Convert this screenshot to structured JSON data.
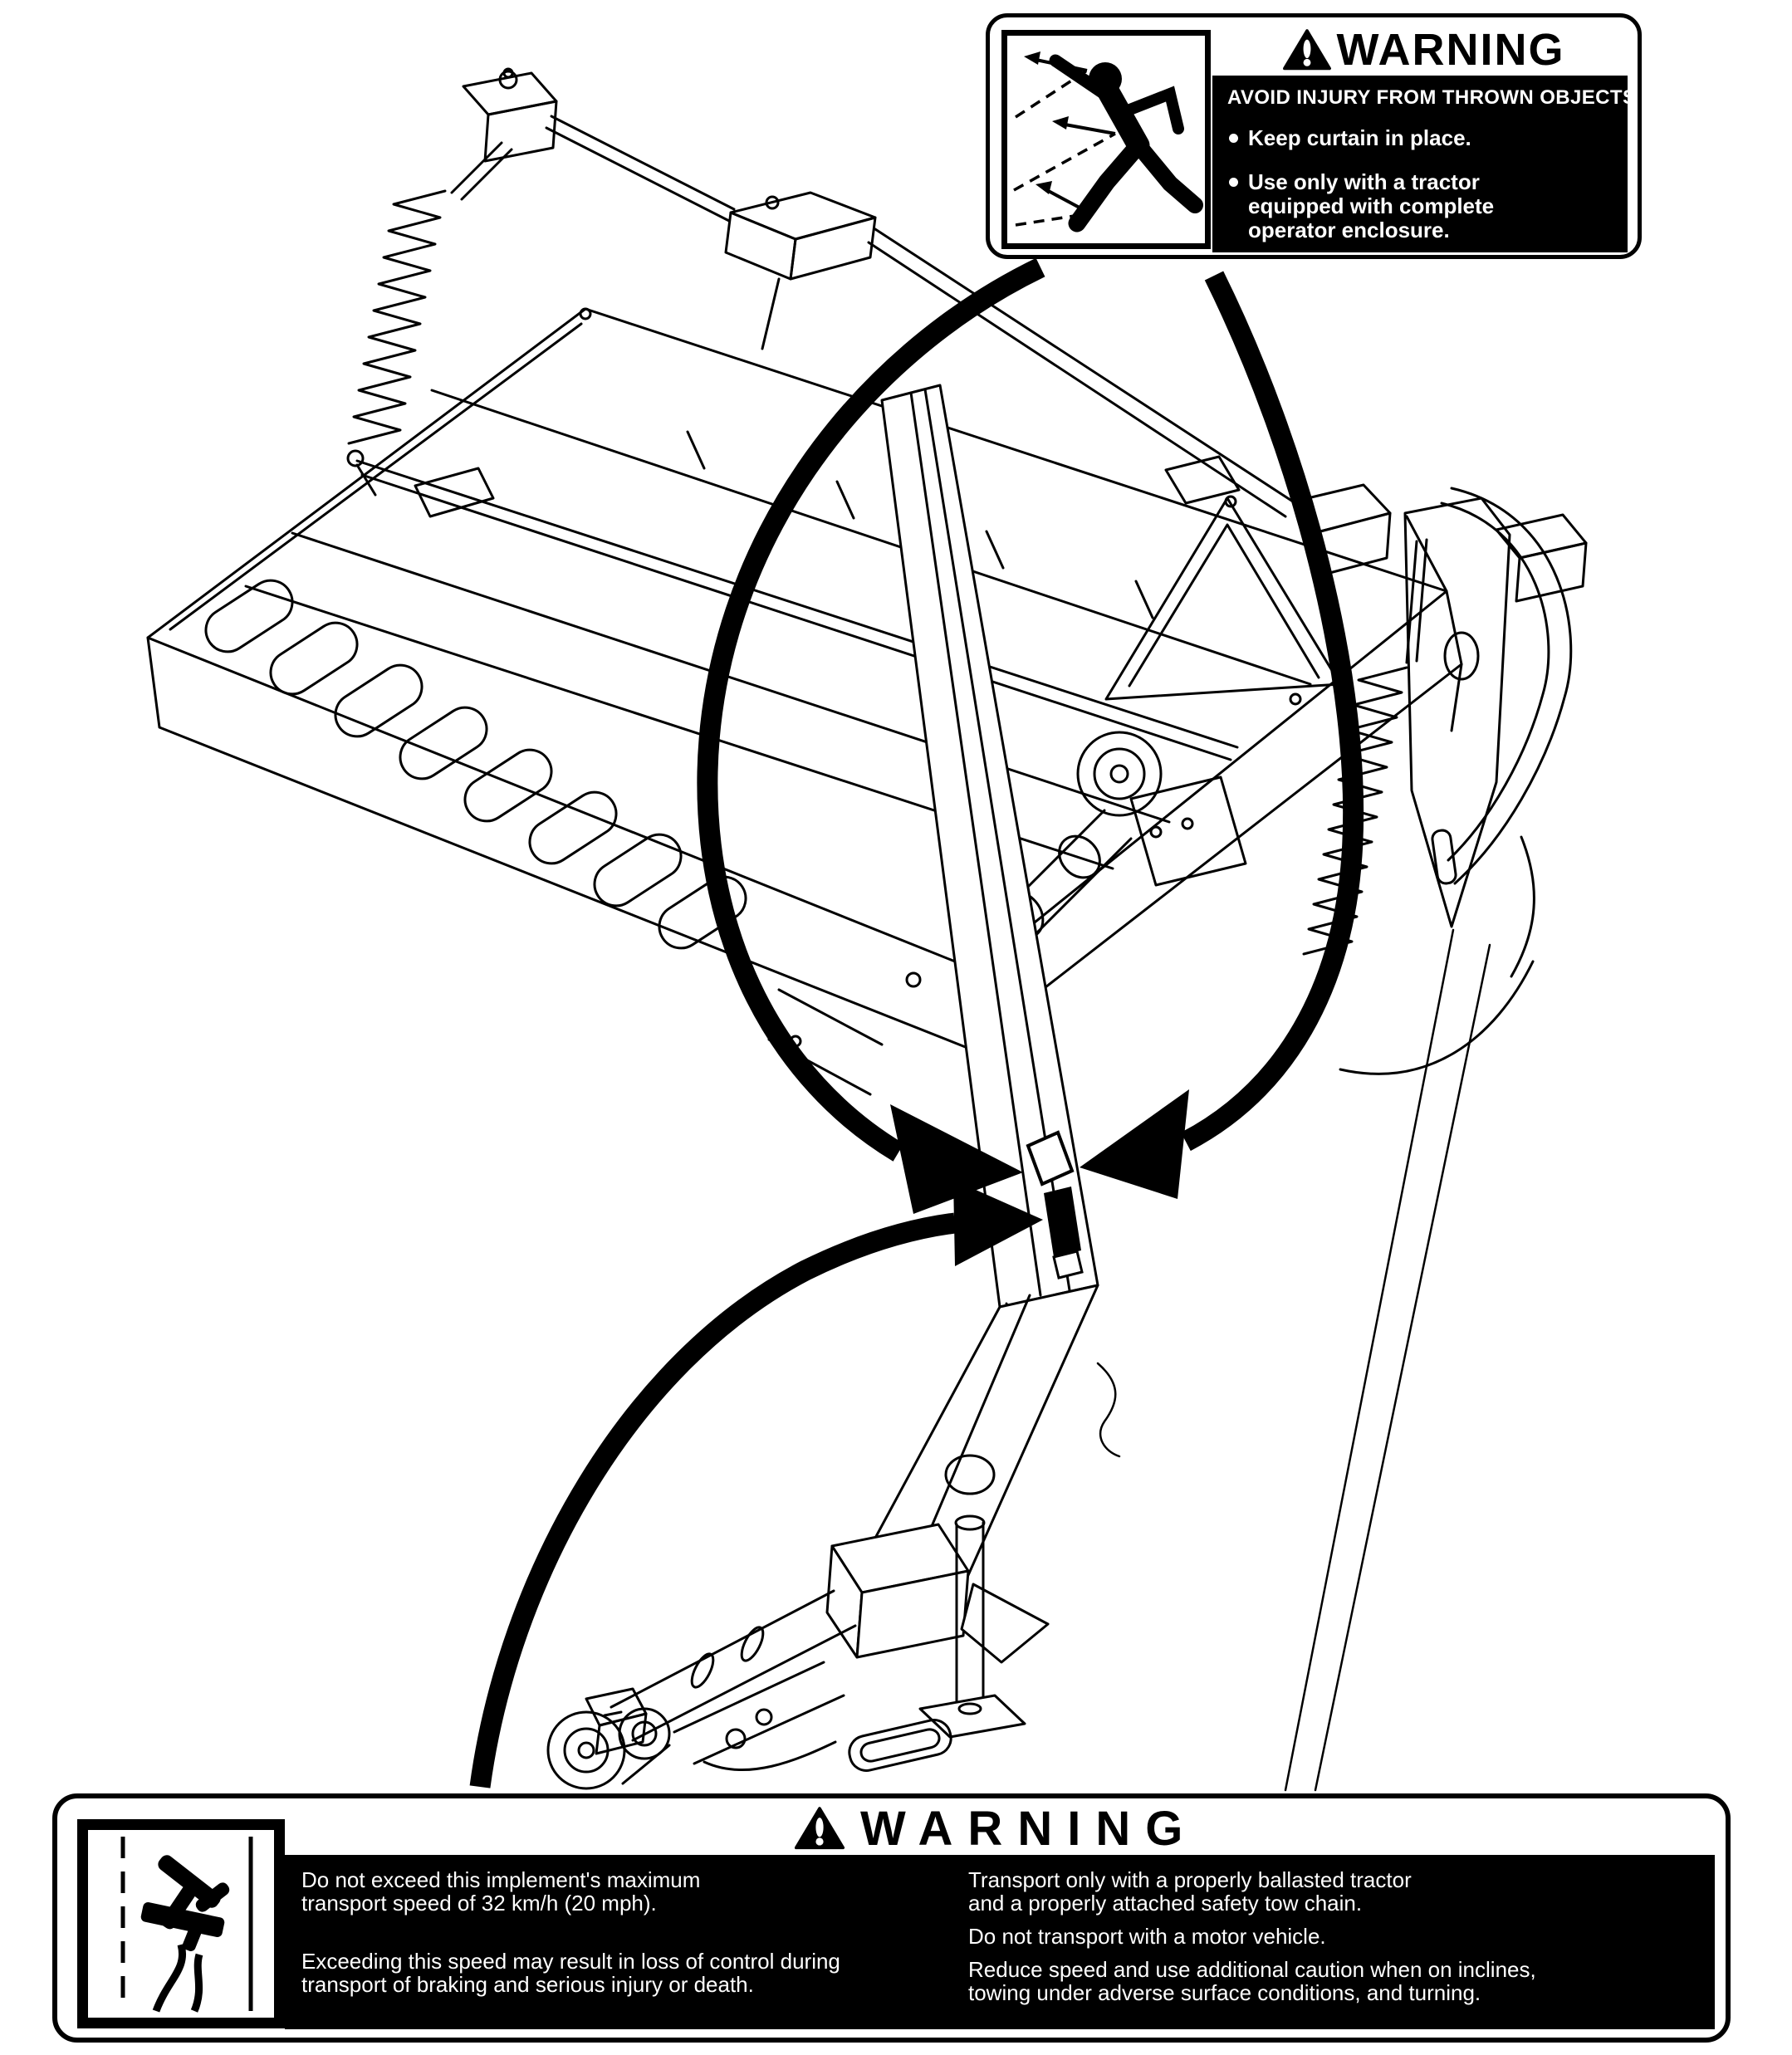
{
  "colors": {
    "ink": "#000000",
    "paper": "#ffffff"
  },
  "top_label": {
    "signal_word": "WARNING",
    "heading": "AVOID INJURY FROM THROWN OBJECTS",
    "bullets": [
      {
        "lines": [
          "Keep curtain in place."
        ]
      },
      {
        "lines": [
          "Use only with a tractor",
          "equipped with complete",
          "operator enclosure."
        ]
      }
    ],
    "pictogram": "running person struck by thrown objects"
  },
  "bottom_label": {
    "signal_word": "WARNING",
    "left_column": [
      {
        "lines": [
          "Do not exceed this implement's maximum",
          "transport speed of 32 km/h (20 mph)."
        ]
      },
      {
        "lines": [
          "Exceeding this speed may result in loss of control during",
          "transport of braking and serious injury or death."
        ]
      }
    ],
    "right_column": [
      {
        "lines": [
          "Transport only with a properly ballasted tractor",
          "and a properly attached safety tow chain."
        ]
      },
      {
        "lines": [
          "Do not transport with a motor vehicle."
        ]
      },
      {
        "lines": [
          "Reduce speed and use additional caution when on inclines,",
          "towing under adverse surface conditions, and turning."
        ]
      }
    ],
    "pictogram": "towed implement swerving on road"
  },
  "illustration": {
    "subject": "pull-type disc mower-conditioner with transport tongue, PTO driveline and jack stand",
    "decal_callouts": [
      "upper decal location on tongue mast (pointed to by two arrows from thrown-objects warning label)",
      "lower decal location on tongue mast (pointed to by arrow from transport-speed warning label)"
    ]
  }
}
